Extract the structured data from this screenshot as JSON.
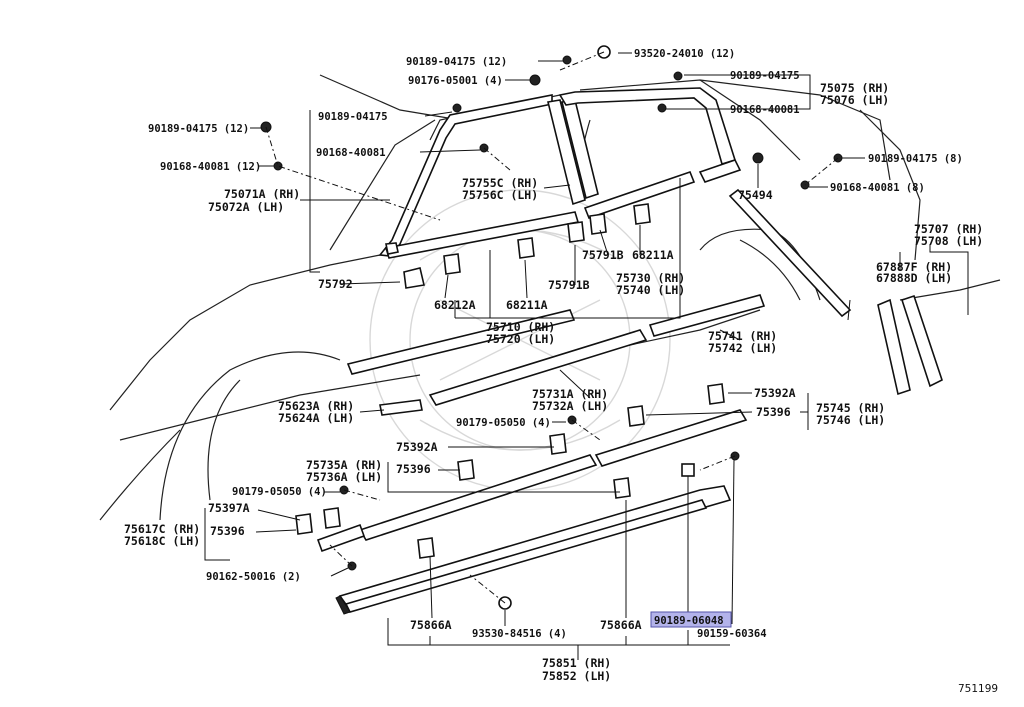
{
  "labels": {
    "p1": "90189-04175 (12)",
    "p2": "93520-24010 (12)",
    "p3": "90176-05001 (4)",
    "p4": "90189-04175",
    "p5": "75075 (RH)",
    "p6": "75076 (LH)",
    "p7": "90189-04175",
    "p8": "90168-40081",
    "p9": "90189-04175 (12)",
    "p10": "90168-40081",
    "p11": "90168-40081 (12)",
    "p12": "90189-04175 (8)",
    "p13": "90168-40081 (8)",
    "p14": "75755C (RH)",
    "p15": "75756C (LH)",
    "p16": "75494",
    "p17": "75071A (RH)",
    "p18": "75072A (LH)",
    "p19": "75707 (RH)",
    "p20": "75708 (LH)",
    "p21": "75791B",
    "p22": "68211A",
    "p23": "67887F (RH)",
    "p24": "67888D (LH)",
    "p25": "75730 (RH)",
    "p26": "75740 (LH)",
    "p27": "75792",
    "p28": "75791B",
    "p29": "68212A",
    "p30": "68211A",
    "p31": "75710 (RH)",
    "p32": "75720 (LH)",
    "p33": "75741 (RH)",
    "p34": "75742 (LH)",
    "p35": "75731A (RH)",
    "p36": "75732A (LH)",
    "p37": "75623A (RH)",
    "p38": "75624A (LH)",
    "p39": "75392A",
    "p40": "75396",
    "p41": "75745 (RH)",
    "p42": "75746 (LH)",
    "p43": "90179-05050 (4)",
    "p44": "75392A",
    "p45": "75396",
    "p46": "75735A (RH)",
    "p47": "75736A (LH)",
    "p48": "90179-05050 (4)",
    "p49": "75397A",
    "p50": "75617C (RH)",
    "p51": "75618C (LH)",
    "p52": "75396",
    "p53": "90162-50016 (2)",
    "p54": "75866A",
    "p55": "93530-84516 (4)",
    "p56": "75866A",
    "p57": "90189-06048",
    "p58": "90159-60364",
    "p59": "75851 (RH)",
    "p60": "75852 (LH)",
    "p61": "751199"
  },
  "highlight": {
    "part_number": "90189-06048",
    "color": "#b3b3ea"
  }
}
